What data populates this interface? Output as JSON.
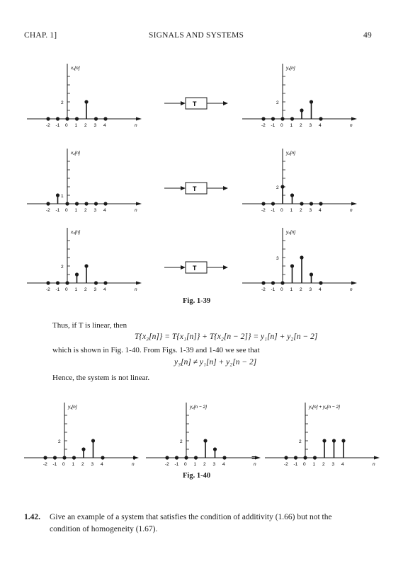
{
  "header": {
    "left": "CHAP. 1]",
    "center": "SIGNALS AND SYSTEMS",
    "page_number": "49"
  },
  "figure_1_39": {
    "caption": "Fig. 1-39",
    "system_label": "T",
    "tick_labels": [
      "-2",
      "-1",
      "0",
      "1",
      "2",
      "3",
      "4"
    ],
    "axis_var": "n",
    "rows": [
      {
        "input": {
          "label": "x₁[n]",
          "values": [
            0,
            0,
            0,
            0,
            2,
            0,
            0
          ],
          "y_tick_text": "2"
        },
        "output": {
          "label": "y₁[n]",
          "values": [
            0,
            0,
            0,
            0,
            1,
            2,
            0
          ],
          "y_tick_text": "2"
        }
      },
      {
        "input": {
          "label": "x₂[n]",
          "values": [
            0,
            1,
            0,
            0,
            0,
            0,
            0
          ],
          "y_tick_text": "1"
        },
        "output": {
          "label": "y₂[n]",
          "values": [
            0,
            0,
            2,
            1,
            0,
            0,
            0
          ],
          "y_tick_text": "2"
        }
      },
      {
        "input": {
          "label": "x₃[n]",
          "values": [
            0,
            0,
            0,
            1,
            2,
            0,
            0
          ],
          "y_tick_text": "2"
        },
        "output": {
          "label": "y₃[n]",
          "values": [
            0,
            0,
            0,
            2,
            3,
            1,
            0
          ],
          "y_tick_text": "3"
        }
      }
    ]
  },
  "text": {
    "intro": "Thus, if T is linear, then",
    "eq1": "T{x₃[n]} = T{x₁[n]} + T{x₂[n − 2]} = y₁[n] + y₂[n − 2]",
    "middle": "which is shown in Fig. 1-40. From Figs. 1-39 and 1-40 we see that",
    "eq2": "y₃[n] ≠ y₁[n] + y₂[n − 2]",
    "conclusion": "Hence, the system is not linear."
  },
  "figure_1_40": {
    "caption": "Fig. 1-40",
    "plus_sign": "+",
    "equals_sign": "=",
    "plots": [
      {
        "label": "y₁[n]",
        "values": [
          0,
          0,
          0,
          0,
          1,
          2,
          0
        ],
        "y_tick_text": "2"
      },
      {
        "label": "y₂[n − 2]",
        "values": [
          0,
          0,
          0,
          0,
          2,
          1,
          0
        ],
        "y_tick_text": "2"
      },
      {
        "label": "y₁[n] + y₂[n − 2]",
        "values": [
          0,
          0,
          0,
          0,
          2,
          2,
          2
        ],
        "y_tick_text": "2"
      }
    ]
  },
  "problem": {
    "number": "1.42.",
    "line1": "Give an example of a system that satisfies the condition of additivity (1.66) but not the",
    "line2": "condition of homogeneity (1.67)."
  }
}
